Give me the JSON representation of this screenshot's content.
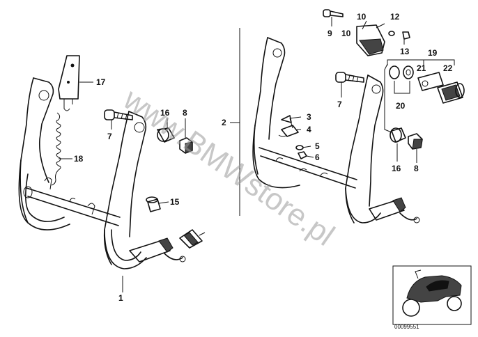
{
  "watermark": "www.BMWstore.pl",
  "reference_number": "00099551",
  "callouts": {
    "c1": "1",
    "c2": "2",
    "c3": "3",
    "c4": "4",
    "c5": "5",
    "c6": "6",
    "c7a": "7",
    "c7b": "7",
    "c8a": "8",
    "c8b": "8",
    "c9": "9",
    "c10a": "10",
    "c10b": "10",
    "c12": "12",
    "c13": "13",
    "c15": "15",
    "c16a": "16",
    "c16b": "16",
    "c17": "17",
    "c18": "18",
    "c19": "19",
    "c20": "20",
    "c21": "21",
    "c22": "22"
  },
  "icons": {
    "thumbnail": "motorcycle-silhouette-icon"
  }
}
